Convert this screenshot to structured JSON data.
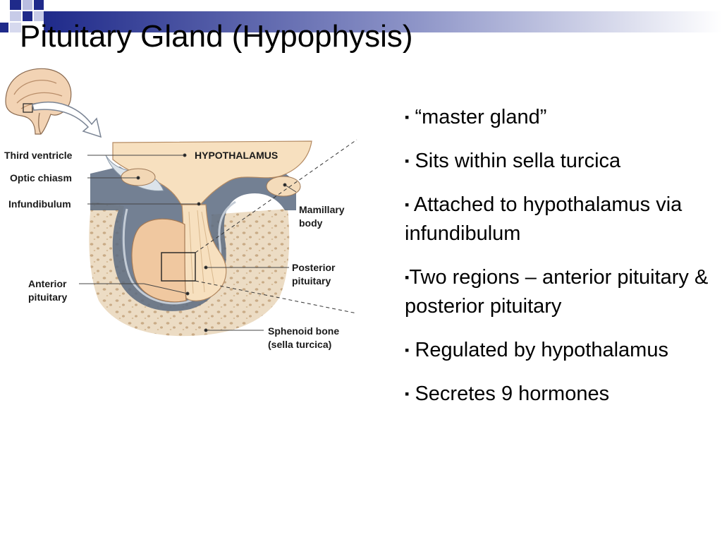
{
  "slide": {
    "title": "Pituitary Gland (Hypophysis)"
  },
  "figure": {
    "labels": {
      "third_ventricle": "Third ventricle",
      "hypothalamus": "HYPOTHALAMUS",
      "optic_chiasm": "Optic chiasm",
      "infundibulum": "Infundibulum",
      "mamillary_body": [
        "Mamillary",
        "body"
      ],
      "posterior_pituitary": [
        "Posterior",
        "pituitary"
      ],
      "anterior_pituitary": [
        "Anterior",
        "pituitary"
      ],
      "sphenoid_bone": [
        "Sphenoid bone",
        "(sella turcica)"
      ]
    }
  },
  "bullets": [
    {
      "marker": "▪",
      "text": " “master gland”"
    },
    {
      "marker": "▪",
      "text": " Sits within sella turcica"
    },
    {
      "marker": "▪",
      "text": " Attached to hypothalamus via infundibulum"
    },
    {
      "marker": "▪",
      "text": "Two regions – anterior pituitary & posterior pituitary"
    },
    {
      "marker": "▪",
      "text": " Regulated by hypothalamus"
    },
    {
      "marker": "▪",
      "text": " Secretes 9 hormones"
    }
  ],
  "colors": {
    "header_bar": "#1f2a8a",
    "tissue": "#f0c8a0",
    "neural": "#f7e0bf",
    "bone": "#ecdcc4",
    "meninges": "#5b6a80"
  }
}
